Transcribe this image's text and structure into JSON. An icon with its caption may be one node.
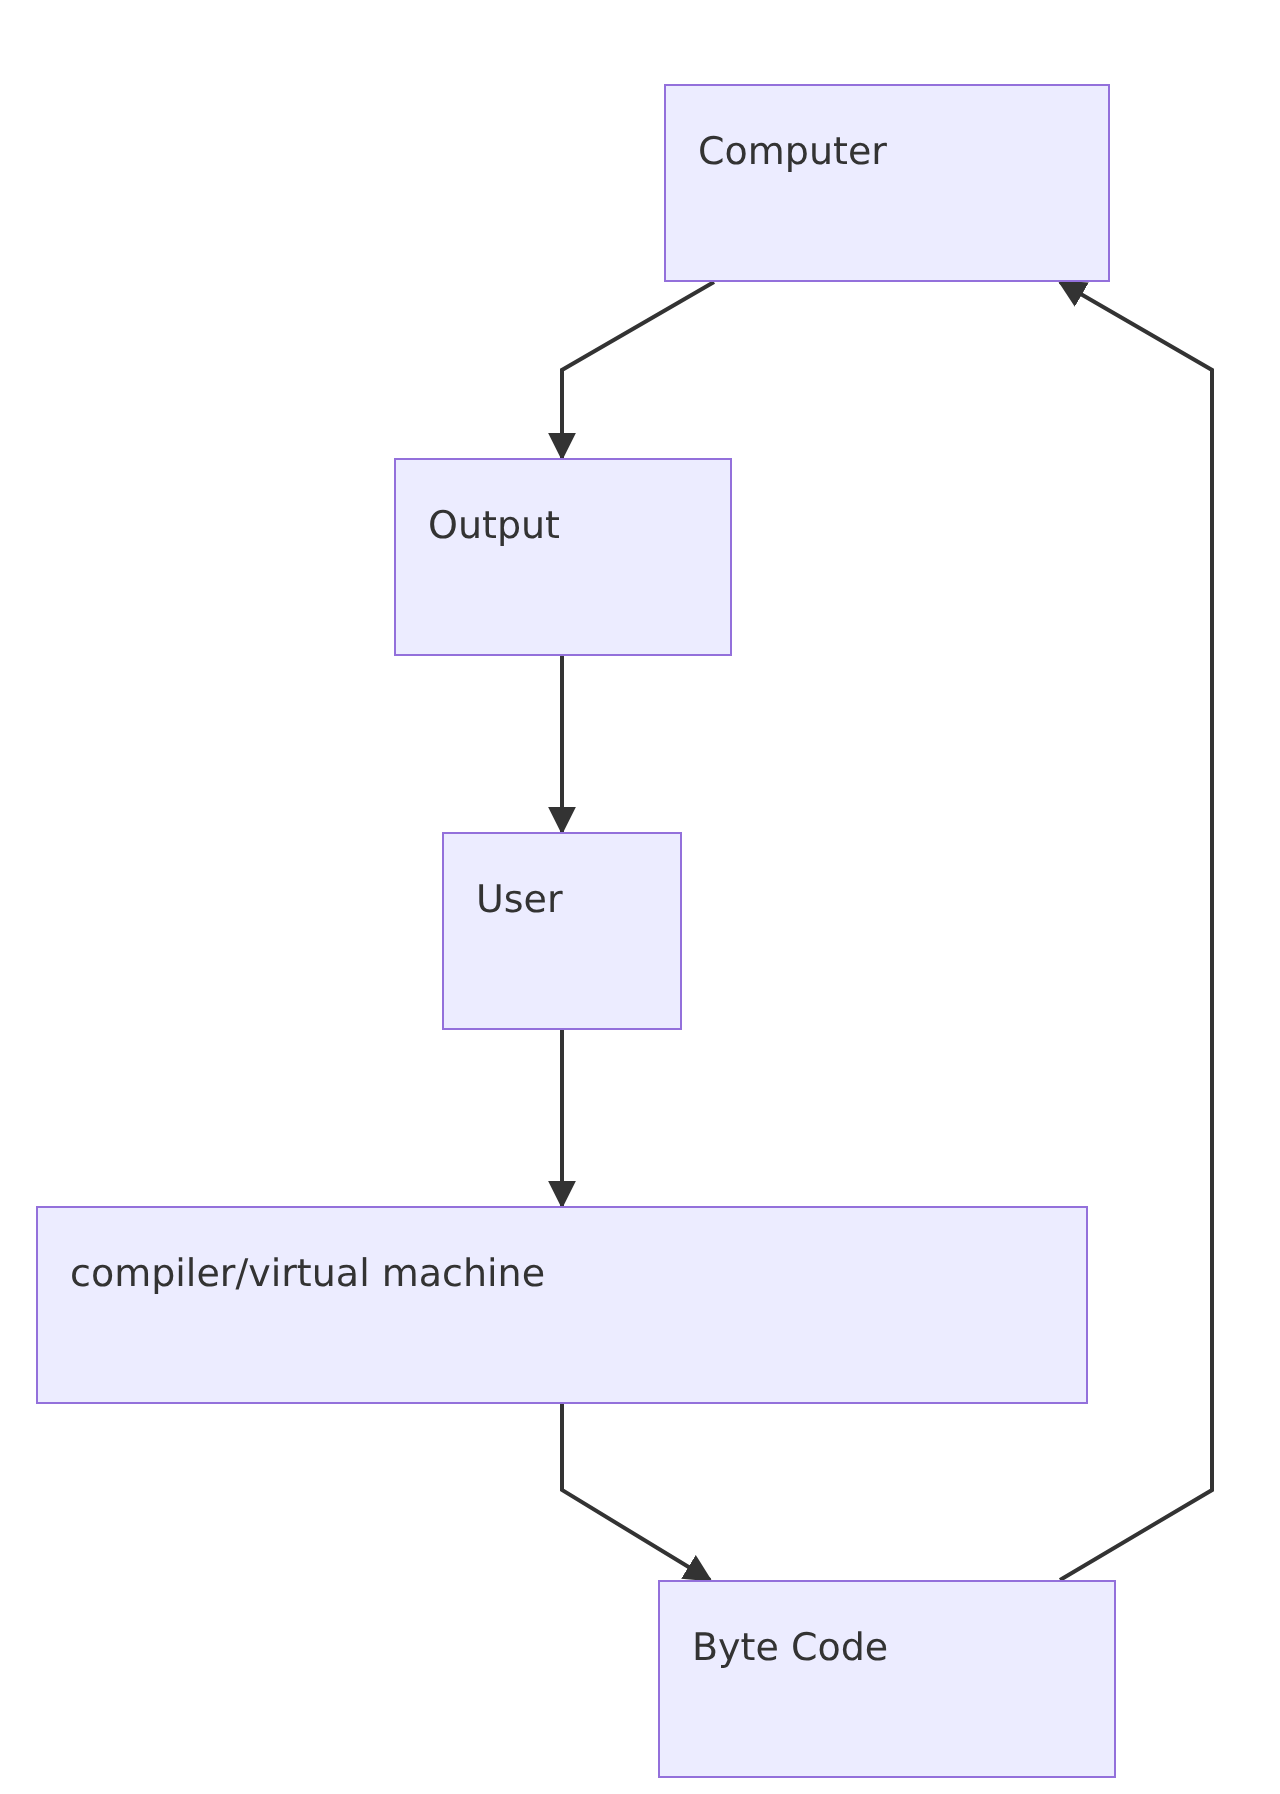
{
  "diagram": {
    "nodes": [
      {
        "text": [
          "Computer"
        ]
      },
      {
        "text": [
          "Output"
        ]
      },
      {
        "text": [
          "User"
        ]
      },
      {
        "text": [
          "compiler/virtual machine"
        ]
      },
      {
        "text": [
          "Byte Code"
        ]
      }
    ],
    "edges": [
      {
        "from": 0,
        "to": 1,
        "arrow": "to"
      },
      {
        "from": 1,
        "to": 2,
        "arrow": "to"
      },
      {
        "from": 2,
        "to": 3,
        "arrow": "to"
      },
      {
        "from": 3,
        "to": 4,
        "arrow": "to"
      },
      {
        "from": 4,
        "to": 0,
        "arrow": "to"
      }
    ]
  }
}
